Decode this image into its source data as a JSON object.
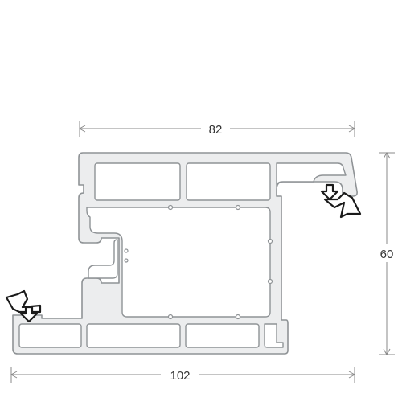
{
  "dimensions": {
    "top_width": "82",
    "bottom_width": "102",
    "height": "60"
  },
  "colors": {
    "profile_fill": "#ecedee",
    "profile_stroke": "#8f9396",
    "gasket": "#1a1a1a",
    "dimension_line": "#8a8a8a",
    "text": "#333333"
  }
}
